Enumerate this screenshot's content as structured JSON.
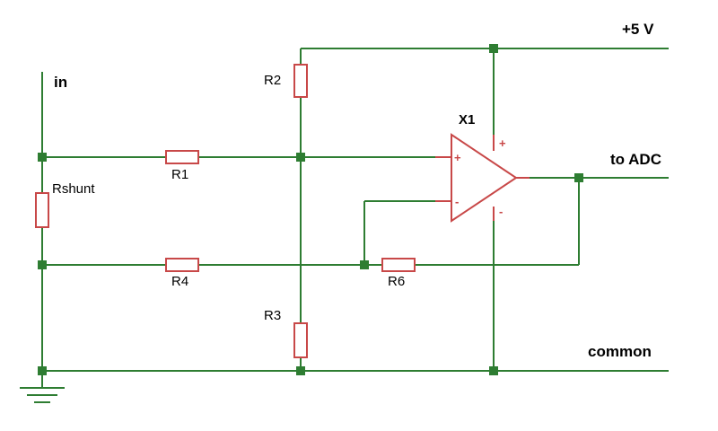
{
  "colors": {
    "wire": "#2e7d32",
    "component": "#c84848",
    "text": "#000000"
  },
  "nets": {
    "vplus": "+5 V",
    "input": "in",
    "output": "to ADC",
    "ground": "common"
  },
  "components": {
    "r1": "R1",
    "r2": "R2",
    "r3": "R3",
    "r4": "R4",
    "r6": "R6",
    "rshunt": "Rshunt",
    "opamp": "X1"
  },
  "opamp_pins": {
    "noninverting": "+",
    "inverting": "-",
    "supply_pos": "+",
    "supply_neg": "-"
  },
  "icons": {
    "ground": "ground-symbol-icon",
    "junction": "junction-dot-icon"
  }
}
